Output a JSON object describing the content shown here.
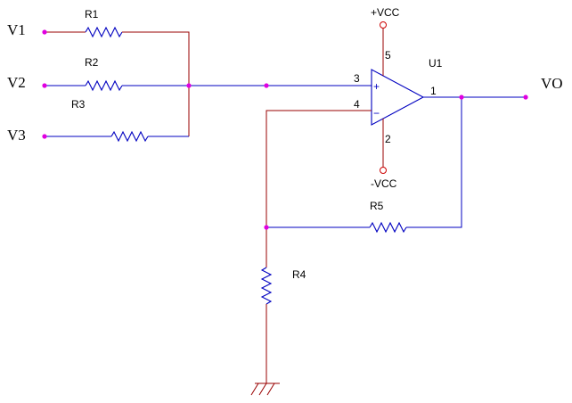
{
  "inputs": [
    "V1",
    "V2",
    "V3"
  ],
  "output": "VO",
  "resistors": [
    "R1",
    "R2",
    "R3",
    "R4",
    "R5"
  ],
  "opamp": {
    "ref": "U1",
    "plus": "+",
    "minus": "−",
    "pin_noninv": "3",
    "pin_inv": "4",
    "pin_vpos": "5",
    "pin_vneg": "2",
    "pin_out": "1"
  },
  "supply": {
    "pos": "+VCC",
    "neg": "-VCC"
  },
  "colors": {
    "wire_red": "#990000",
    "wire_blue": "#0000c0",
    "node": "#e000e0",
    "power_pin": "#cc0000"
  }
}
